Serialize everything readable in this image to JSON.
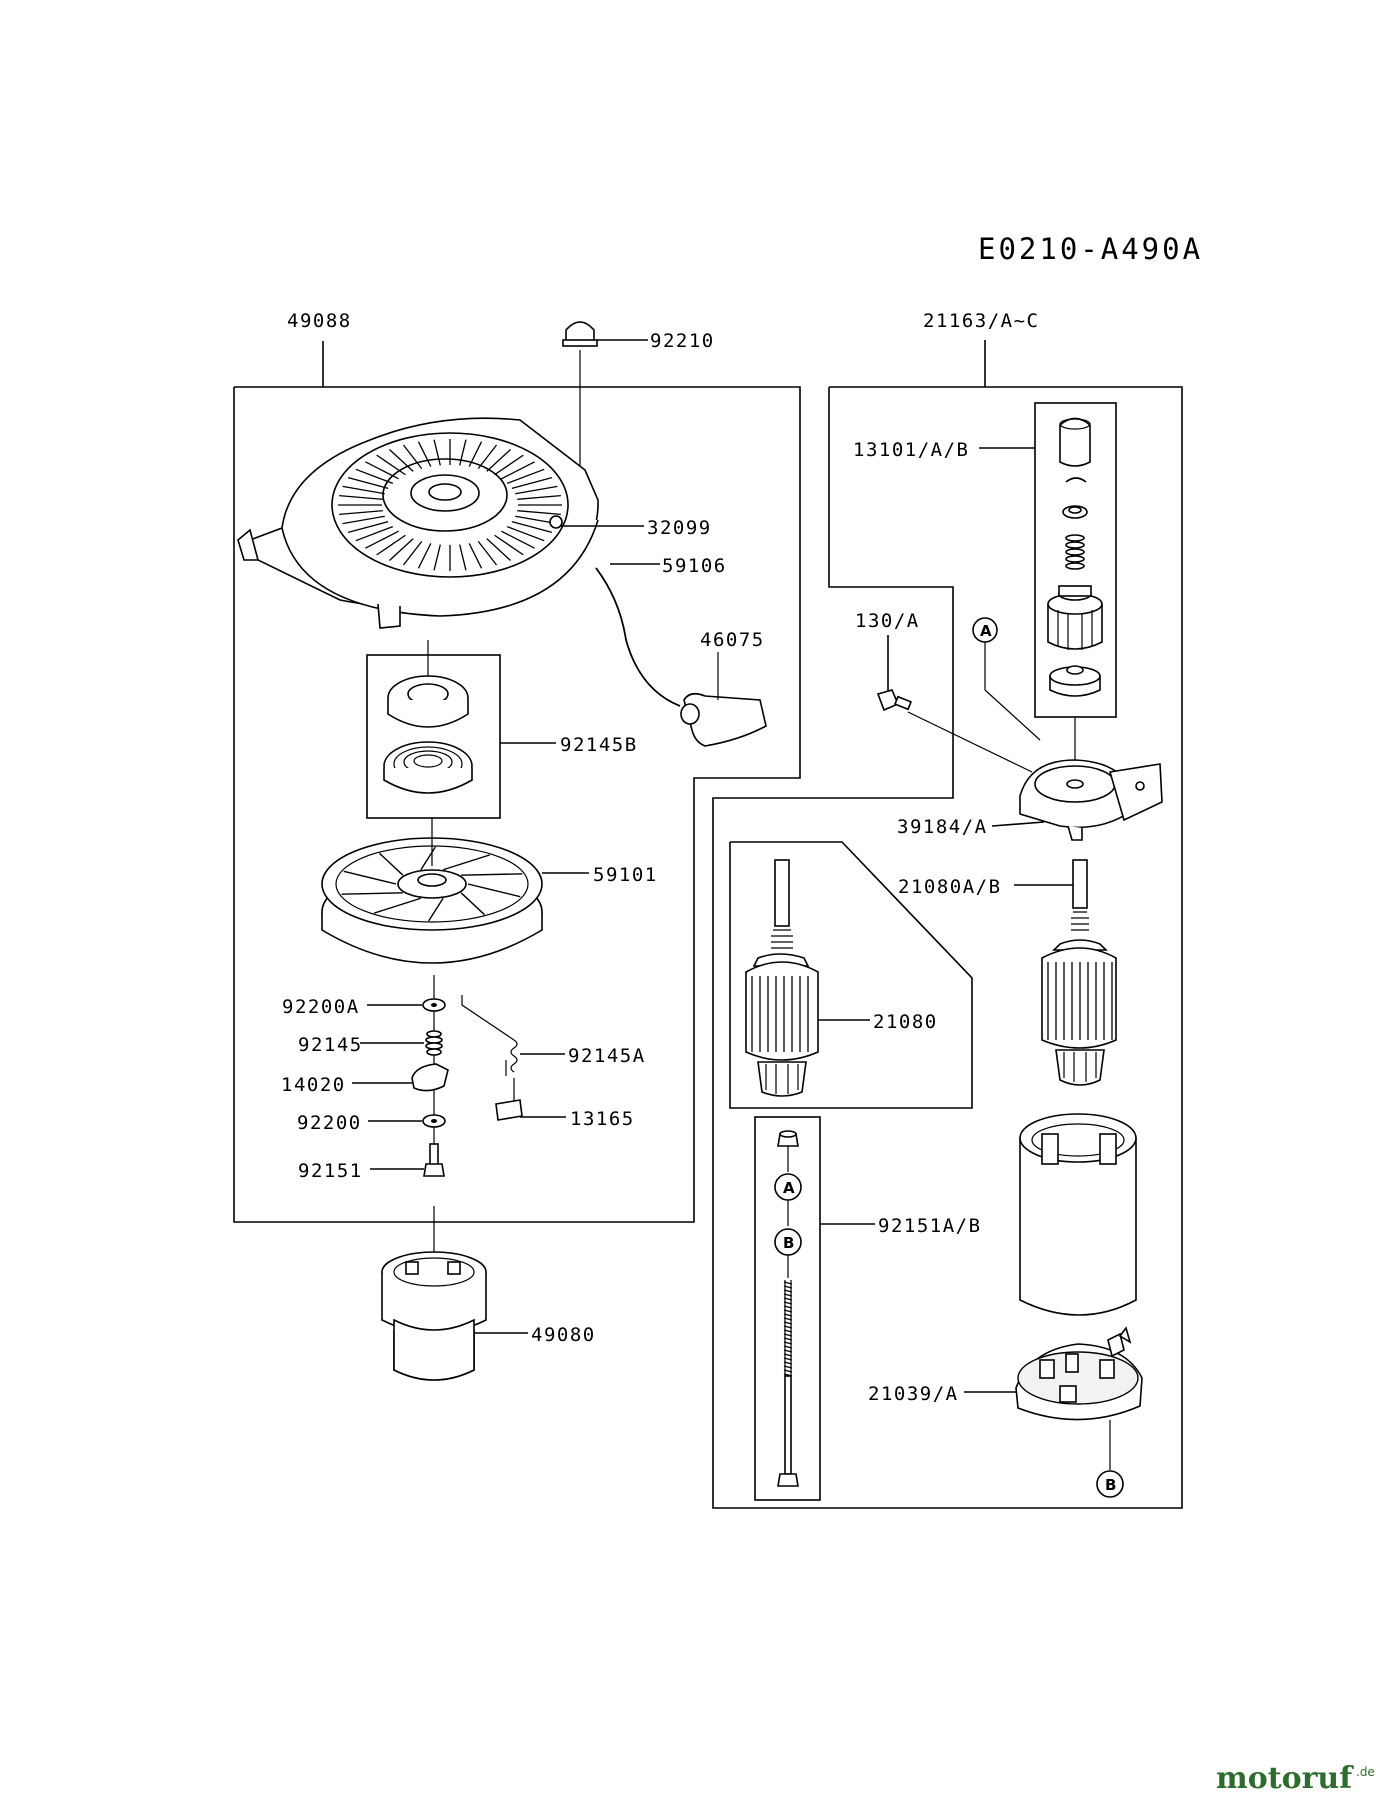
{
  "diagram_code": "E0210-A490A",
  "labels": {
    "p49088": "49088",
    "p92210": "92210",
    "p32099": "32099",
    "p59106": "59106",
    "p46075": "46075",
    "p92145B": "92145B",
    "p59101": "59101",
    "p92200A": "92200A",
    "p92145": "92145",
    "p92145A": "92145A",
    "p14020": "14020",
    "p92200": "92200",
    "p13165": "13165",
    "p92151": "92151",
    "p49080": "49080",
    "p21163": "21163/A~C",
    "p13101": "13101/A/B",
    "p130": "130/A",
    "p39184": "39184/A",
    "p21080AB": "21080A/B",
    "p21080": "21080",
    "p92151AB": "92151A/B",
    "p21039": "21039/A"
  },
  "refs": {
    "a": "A",
    "b": "B"
  },
  "logo": {
    "name": "motoruf",
    "suffix": ".de"
  }
}
